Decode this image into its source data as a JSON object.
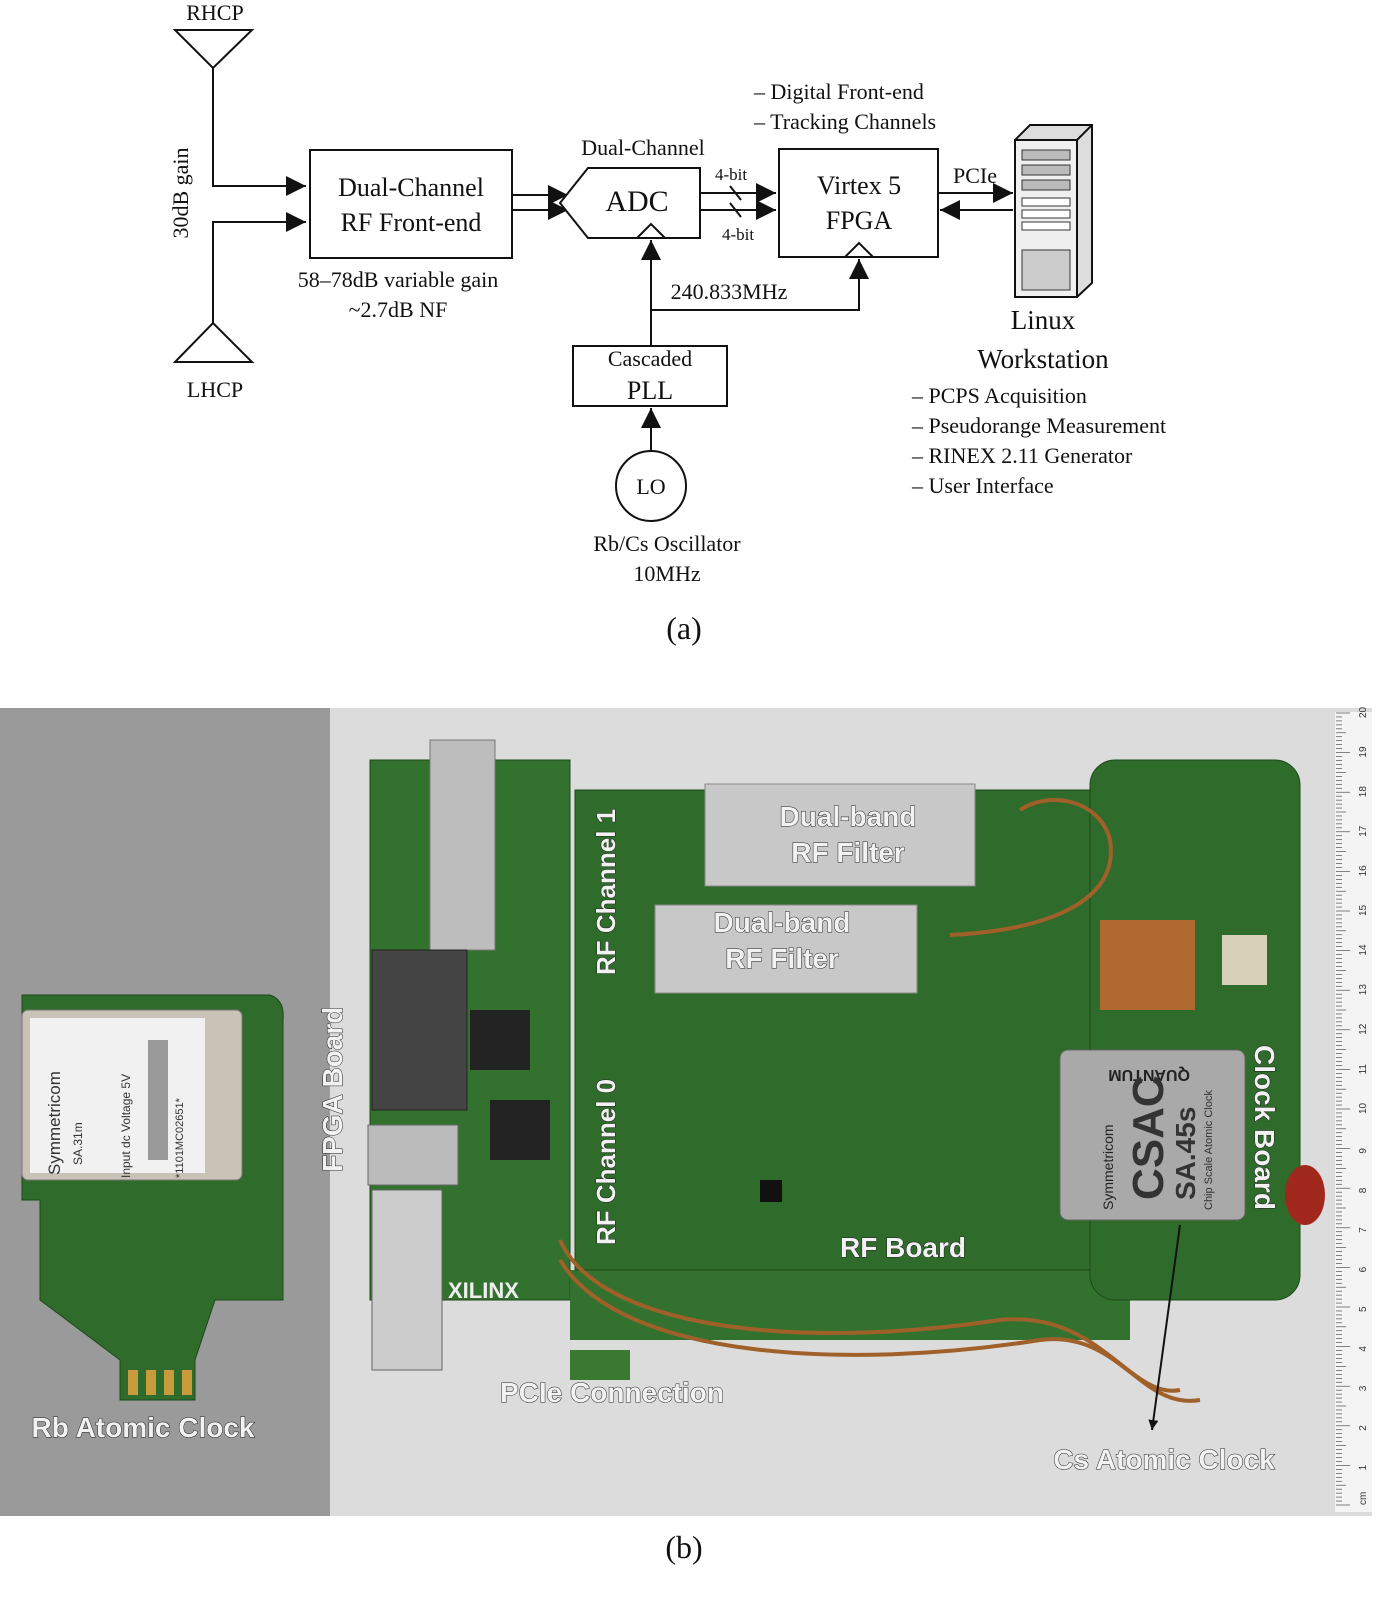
{
  "diagram": {
    "antenna_top": "RHCP",
    "antenna_bottom": "LHCP",
    "antenna_gain": "30dB gain",
    "rf_frontend": {
      "line1": "Dual-Channel",
      "line2": "RF Front-end",
      "note1": "58–78dB variable gain",
      "note2": "~2.7dB NF"
    },
    "adc": {
      "title": "Dual-Channel",
      "label": "ADC",
      "bits_top": "4-bit",
      "bits_bottom": "4-bit"
    },
    "fpga": {
      "line1": "Virtex 5",
      "line2": "FPGA",
      "features": [
        "– Digital Front-end",
        "– Tracking Channels"
      ]
    },
    "link": "PCIe",
    "workstation": {
      "line1": "Linux",
      "line2": "Workstation",
      "features": [
        "– PCPS Acquisition",
        "– Pseudorange Measurement",
        "– RINEX 2.11 Generator",
        "– User Interface"
      ]
    },
    "clock_freq": "240.833MHz",
    "pll": {
      "line1": "Cascaded",
      "line2": "PLL"
    },
    "lo": {
      "label": "LO",
      "note1": "Rb/Cs Oscillator",
      "note2": "10MHz"
    },
    "caption": "(a)"
  },
  "photo": {
    "labels": {
      "rb_clock": "Rb Atomic Clock",
      "fpga_board": "FPGA Board",
      "filter1_line1": "Dual-band",
      "filter1_line2": "RF Filter",
      "filter2_line1": "Dual-band",
      "filter2_line2": "RF Filter",
      "rf_channel_1": "RF Channel 1",
      "rf_channel_0": "RF Channel 0",
      "rf_board": "RF Board",
      "pcie_connection": "PCIe Connection",
      "clock_board": "Clock Board",
      "cs_clock": "Cs Atomic Clock"
    },
    "components": {
      "rb_brand": "Symmetricom",
      "rb_model": "SA.31m",
      "rb_voltage": "Input dc Voltage  5V",
      "rb_serial": "*1101MC02651*",
      "csac_brand": "Symmetricom",
      "csac_name": "CSAC",
      "csac_model": "SA.45s",
      "csac_desc": "Chip Scale Atomic Clock",
      "csac_maker": "QUANTUM",
      "fpga_vendor": "XILINX"
    },
    "ruler_unit": "cm",
    "ruler_labels": [
      "1",
      "2",
      "3",
      "4",
      "5",
      "6",
      "7",
      "8",
      "9",
      "10",
      "11",
      "12",
      "13",
      "14",
      "15",
      "16",
      "17",
      "18",
      "19",
      "20"
    ],
    "caption": "(b)"
  },
  "colors": {
    "pcb_green": "#2f6b2a",
    "background_left": "#9a9a9a",
    "background_right": "#d9d9d9",
    "metal": "#c8c8c8",
    "copper": "#b06a30"
  }
}
